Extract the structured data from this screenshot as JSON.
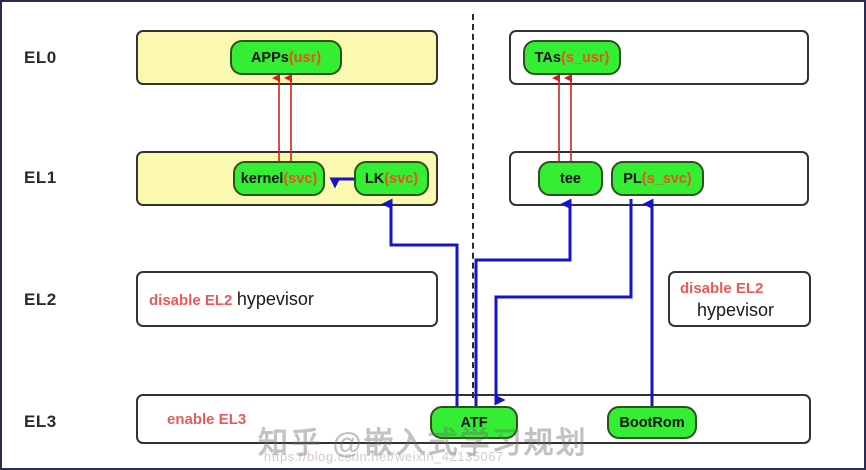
{
  "levels": [
    {
      "id": "el0",
      "label": "EL0"
    },
    {
      "id": "el1",
      "label": "EL1"
    },
    {
      "id": "el2",
      "label": "EL2"
    },
    {
      "id": "el3",
      "label": "EL3"
    }
  ],
  "nodes": {
    "apps": {
      "name": "APPs",
      "accent": "(usr)"
    },
    "tas": {
      "name": "TAs",
      "accent": "(s_usr)"
    },
    "kernel": {
      "name": "kernel",
      "accent": "(svc)"
    },
    "lk": {
      "name": "LK",
      "accent": "(svc)"
    },
    "tee": {
      "name": "tee",
      "accent": ""
    },
    "pl": {
      "name": "PL",
      "accent": "(s_svc)"
    },
    "atf": {
      "name": "ATF",
      "accent": ""
    },
    "bootrom": {
      "name": "BootRom",
      "accent": ""
    }
  },
  "zone_texts": {
    "el2_left_red": "disable EL2",
    "el2_left_black": "hypevisor",
    "el2_right_red": "disable EL2",
    "el2_right_black": "hypevisor",
    "el3_left_red": "enable EL3"
  },
  "colors": {
    "node_fill": "#33ee33",
    "node_border": "#2f4f20",
    "zone_yellow": "#fbf8b0",
    "accent_orange": "#e8541a",
    "red_text": "#eb5a5a",
    "red_arrow": "#cc2222",
    "blue_arrow": "#1414c8",
    "page_border": "#2b2b4f"
  },
  "watermark": {
    "main": "知乎 @嵌入式学习规划",
    "sub": "https://blog.csdn.net/weixin_42135067"
  }
}
